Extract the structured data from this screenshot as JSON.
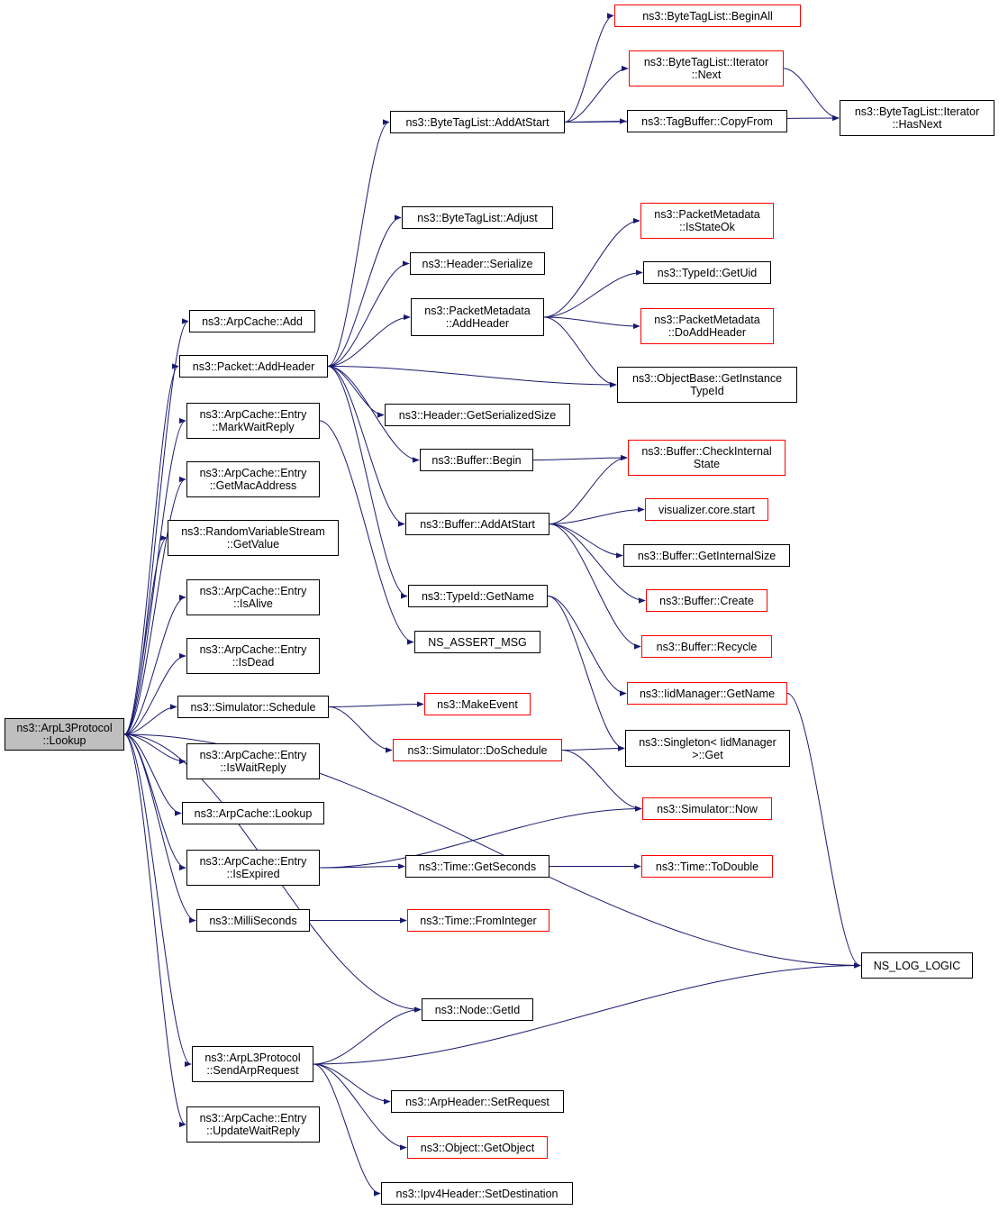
{
  "colors": {
    "edge": "#191970",
    "node_border": "#000000",
    "external_border": "#ff0000",
    "root_fill": "#bfbfbf"
  },
  "nodes": [
    {
      "id": "root",
      "label": "ns3::ArpL3Protocol\n::Lookup",
      "style": "root"
    },
    {
      "id": "arpcache_add",
      "label": "ns3::ArpCache::Add",
      "style": "normal"
    },
    {
      "id": "packet_addheader",
      "label": "ns3::Packet::AddHeader",
      "style": "normal"
    },
    {
      "id": "entry_markwaitreply",
      "label": "ns3::ArpCache::Entry\n::MarkWaitReply",
      "style": "normal"
    },
    {
      "id": "entry_getmac",
      "label": "ns3::ArpCache::Entry\n::GetMacAddress",
      "style": "normal"
    },
    {
      "id": "rvs_getvalue",
      "label": "ns3::RandomVariableStream\n::GetValue",
      "style": "normal"
    },
    {
      "id": "entry_isalive",
      "label": "ns3::ArpCache::Entry\n::IsAlive",
      "style": "normal"
    },
    {
      "id": "entry_isdead",
      "label": "ns3::ArpCache::Entry\n::IsDead",
      "style": "normal"
    },
    {
      "id": "sim_schedule",
      "label": "ns3::Simulator::Schedule",
      "style": "normal"
    },
    {
      "id": "entry_iswaitreply",
      "label": "ns3::ArpCache::Entry\n::IsWaitReply",
      "style": "normal"
    },
    {
      "id": "arpcache_lookup",
      "label": "ns3::ArpCache::Lookup",
      "style": "normal"
    },
    {
      "id": "entry_isexpired",
      "label": "ns3::ArpCache::Entry\n::IsExpired",
      "style": "normal"
    },
    {
      "id": "milliseconds",
      "label": "ns3::MilliSeconds",
      "style": "normal"
    },
    {
      "id": "sendarprequest",
      "label": "ns3::ArpL3Protocol\n::SendArpRequest",
      "style": "normal"
    },
    {
      "id": "entry_updatewaitreply",
      "label": "ns3::ArpCache::Entry\n::UpdateWaitReply",
      "style": "normal"
    },
    {
      "id": "btl_addatstart",
      "label": "ns3::ByteTagList::AddAtStart",
      "style": "normal"
    },
    {
      "id": "btl_adjust",
      "label": "ns3::ByteTagList::Adjust",
      "style": "normal"
    },
    {
      "id": "header_serialize",
      "label": "ns3::Header::Serialize",
      "style": "normal"
    },
    {
      "id": "pm_addheader",
      "label": "ns3::PacketMetadata\n::AddHeader",
      "style": "normal"
    },
    {
      "id": "header_getserializedsize",
      "label": "ns3::Header::GetSerializedSize",
      "style": "normal"
    },
    {
      "id": "buffer_begin",
      "label": "ns3::Buffer::Begin",
      "style": "normal"
    },
    {
      "id": "buffer_addatstart",
      "label": "ns3::Buffer::AddAtStart",
      "style": "normal"
    },
    {
      "id": "typeid_getname",
      "label": "ns3::TypeId::GetName",
      "style": "normal"
    },
    {
      "id": "ns_assert_msg",
      "label": "NS_ASSERT_MSG",
      "style": "normal"
    },
    {
      "id": "makeevent",
      "label": "ns3::MakeEvent",
      "style": "red"
    },
    {
      "id": "sim_doschedule",
      "label": "ns3::Simulator::DoSchedule",
      "style": "red"
    },
    {
      "id": "time_getseconds",
      "label": "ns3::Time::GetSeconds",
      "style": "normal"
    },
    {
      "id": "time_frominteger",
      "label": "ns3::Time::FromInteger",
      "style": "red"
    },
    {
      "id": "node_getid",
      "label": "ns3::Node::GetId",
      "style": "normal"
    },
    {
      "id": "arpheader_setrequest",
      "label": "ns3::ArpHeader::SetRequest",
      "style": "normal"
    },
    {
      "id": "object_getobject",
      "label": "ns3::Object::GetObject",
      "style": "red"
    },
    {
      "id": "ipv4header_setdest",
      "label": "ns3::Ipv4Header::SetDestination",
      "style": "normal"
    },
    {
      "id": "btl_beginall",
      "label": "ns3::ByteTagList::BeginAll",
      "style": "red"
    },
    {
      "id": "btl_iter_next",
      "label": "ns3::ByteTagList::Iterator\n::Next",
      "style": "red"
    },
    {
      "id": "tagbuffer_copyfrom",
      "label": "ns3::TagBuffer::CopyFrom",
      "style": "normal"
    },
    {
      "id": "pm_isstateok",
      "label": "ns3::PacketMetadata\n::IsStateOk",
      "style": "red"
    },
    {
      "id": "typeid_getuid",
      "label": "ns3::TypeId::GetUid",
      "style": "normal"
    },
    {
      "id": "pm_doaddheader",
      "label": "ns3::PacketMetadata\n::DoAddHeader",
      "style": "red"
    },
    {
      "id": "objectbase_getinstancetypeid",
      "label": "ns3::ObjectBase::GetInstance\nTypeId",
      "style": "normal"
    },
    {
      "id": "buffer_checkinternalstate",
      "label": "ns3::Buffer::CheckInternal\nState",
      "style": "red"
    },
    {
      "id": "visualizer_core_start",
      "label": "visualizer.core.start",
      "style": "red"
    },
    {
      "id": "buffer_getinternalsize",
      "label": "ns3::Buffer::GetInternalSize",
      "style": "normal"
    },
    {
      "id": "buffer_create",
      "label": "ns3::Buffer::Create",
      "style": "red"
    },
    {
      "id": "buffer_recycle",
      "label": "ns3::Buffer::Recycle",
      "style": "red"
    },
    {
      "id": "iidmanager_getname",
      "label": "ns3::IidManager::GetName",
      "style": "red"
    },
    {
      "id": "singleton_get",
      "label": "ns3::Singleton< IidManager\n>::Get",
      "style": "normal"
    },
    {
      "id": "sim_now",
      "label": "ns3::Simulator::Now",
      "style": "red"
    },
    {
      "id": "time_todouble",
      "label": "ns3::Time::ToDouble",
      "style": "red"
    },
    {
      "id": "btl_iter_hasnext",
      "label": "ns3::ByteTagList::Iterator\n::HasNext",
      "style": "normal"
    },
    {
      "id": "ns_log_logic",
      "label": "NS_LOG_LOGIC",
      "style": "normal"
    }
  ],
  "edges": [
    [
      "root",
      "arpcache_add"
    ],
    [
      "root",
      "packet_addheader"
    ],
    [
      "root",
      "entry_markwaitreply"
    ],
    [
      "root",
      "entry_getmac"
    ],
    [
      "root",
      "rvs_getvalue"
    ],
    [
      "root",
      "entry_isalive"
    ],
    [
      "root",
      "entry_isdead"
    ],
    [
      "root",
      "sim_schedule"
    ],
    [
      "root",
      "entry_iswaitreply"
    ],
    [
      "root",
      "arpcache_lookup"
    ],
    [
      "root",
      "entry_isexpired"
    ],
    [
      "root",
      "milliseconds"
    ],
    [
      "root",
      "ns_log_logic"
    ],
    [
      "root",
      "node_getid"
    ],
    [
      "root",
      "sendarprequest"
    ],
    [
      "root",
      "entry_updatewaitreply"
    ],
    [
      "packet_addheader",
      "btl_addatstart"
    ],
    [
      "packet_addheader",
      "btl_adjust"
    ],
    [
      "packet_addheader",
      "header_serialize"
    ],
    [
      "packet_addheader",
      "pm_addheader"
    ],
    [
      "packet_addheader",
      "objectbase_getinstancetypeid"
    ],
    [
      "packet_addheader",
      "header_getserializedsize"
    ],
    [
      "packet_addheader",
      "buffer_begin"
    ],
    [
      "packet_addheader",
      "buffer_addatstart"
    ],
    [
      "packet_addheader",
      "typeid_getname"
    ],
    [
      "entry_markwaitreply",
      "ns_assert_msg"
    ],
    [
      "sim_schedule",
      "makeevent"
    ],
    [
      "sim_schedule",
      "sim_doschedule"
    ],
    [
      "entry_isexpired",
      "sim_now"
    ],
    [
      "entry_isexpired",
      "time_getseconds"
    ],
    [
      "milliseconds",
      "time_frominteger"
    ],
    [
      "sendarprequest",
      "node_getid"
    ],
    [
      "sendarprequest",
      "ns_log_logic"
    ],
    [
      "sendarprequest",
      "arpheader_setrequest"
    ],
    [
      "sendarprequest",
      "object_getobject"
    ],
    [
      "sendarprequest",
      "ipv4header_setdest"
    ],
    [
      "btl_addatstart",
      "btl_beginall"
    ],
    [
      "btl_addatstart",
      "btl_iter_next"
    ],
    [
      "btl_addatstart",
      "tagbuffer_copyfrom"
    ],
    [
      "btl_addatstart",
      "btl_iter_hasnext"
    ],
    [
      "btl_iter_next",
      "btl_iter_hasnext"
    ],
    [
      "pm_addheader",
      "pm_isstateok"
    ],
    [
      "pm_addheader",
      "typeid_getuid"
    ],
    [
      "pm_addheader",
      "pm_doaddheader"
    ],
    [
      "pm_addheader",
      "objectbase_getinstancetypeid"
    ],
    [
      "buffer_begin",
      "buffer_checkinternalstate"
    ],
    [
      "buffer_addatstart",
      "buffer_checkinternalstate"
    ],
    [
      "buffer_addatstart",
      "visualizer_core_start"
    ],
    [
      "buffer_addatstart",
      "buffer_getinternalsize"
    ],
    [
      "buffer_addatstart",
      "buffer_create"
    ],
    [
      "buffer_addatstart",
      "buffer_recycle"
    ],
    [
      "typeid_getname",
      "iidmanager_getname"
    ],
    [
      "typeid_getname",
      "singleton_get"
    ],
    [
      "sim_doschedule",
      "singleton_get"
    ],
    [
      "sim_doschedule",
      "sim_now"
    ],
    [
      "time_getseconds",
      "time_todouble"
    ],
    [
      "iidmanager_getname",
      "ns_log_logic"
    ]
  ]
}
